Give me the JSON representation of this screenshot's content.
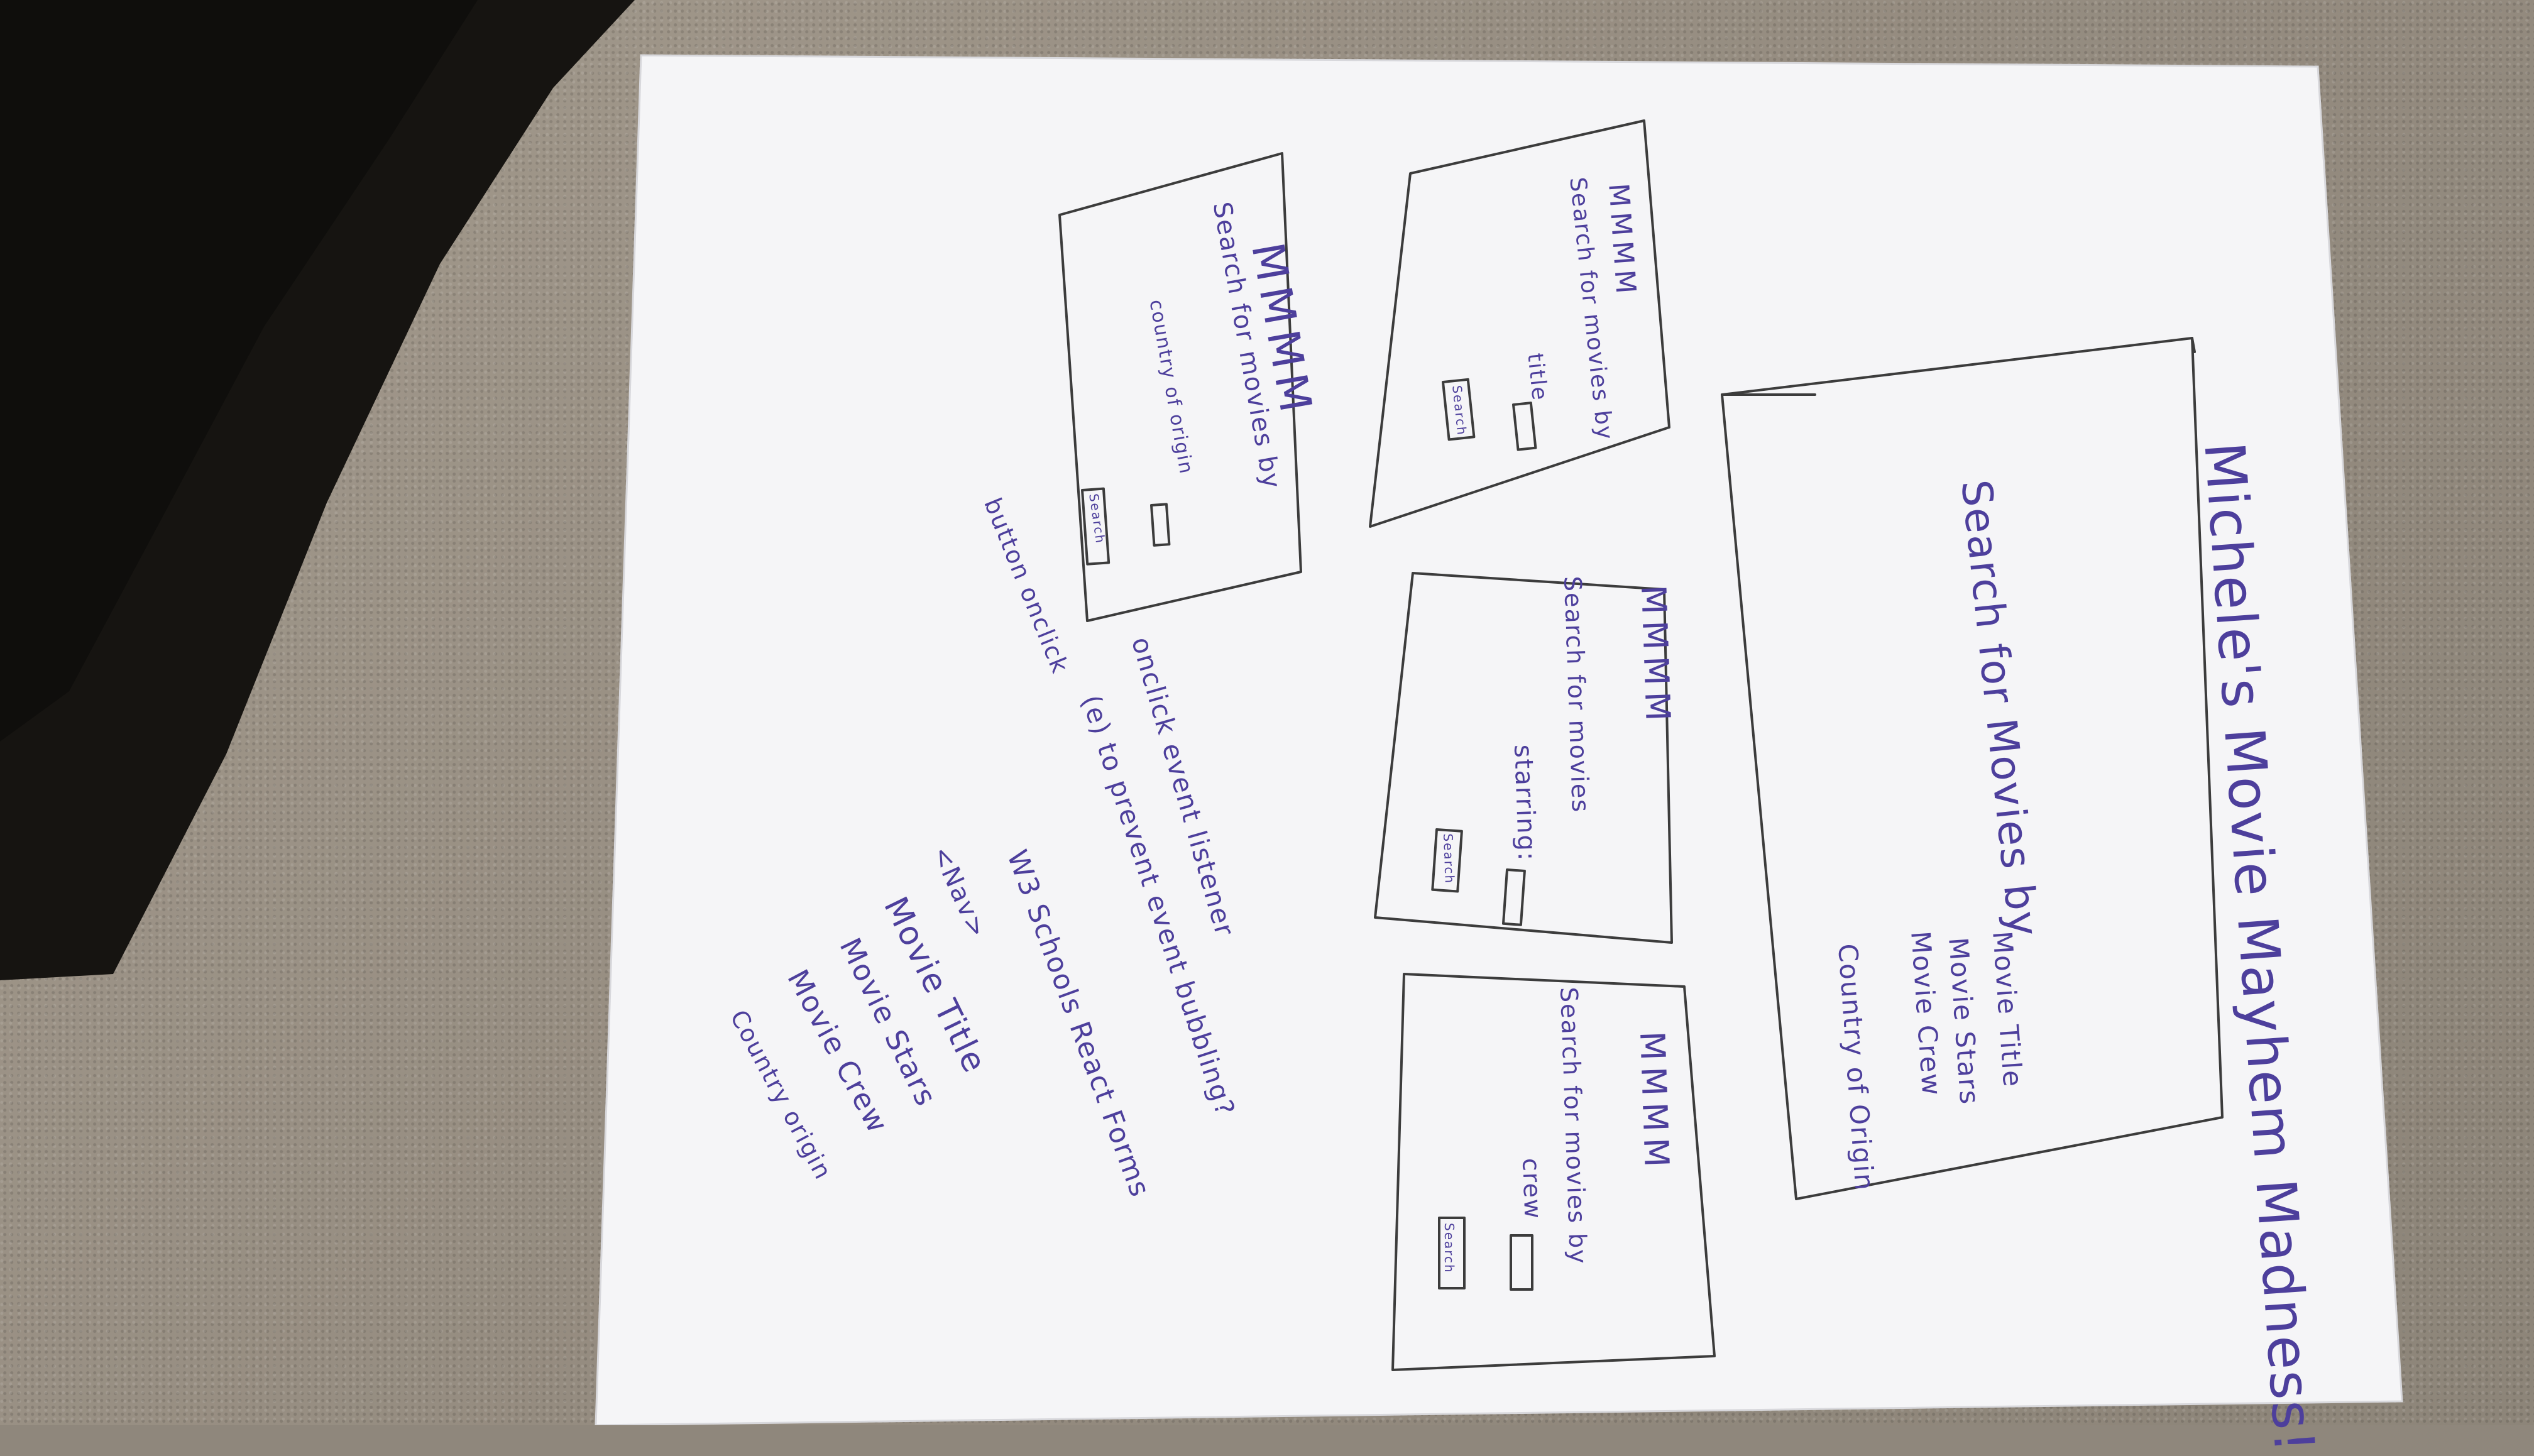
{
  "sketch": {
    "main_card": {
      "title": "Michele's Movie Mayhem Madness!",
      "subtitle": "Search for Movies by",
      "options": [
        "Movie Title",
        "Movie Stars",
        "Movie Crew",
        "Country of Origin"
      ]
    },
    "card_title": {
      "heading": "MMMM",
      "prompt": "Search for movies by",
      "field": "title",
      "button": "Search"
    },
    "card_stars": {
      "heading": "MMMM",
      "prompt": "Search for movies",
      "field": "starring:",
      "button": "Search"
    },
    "card_crew": {
      "heading": "MMMM",
      "prompt": "Search for movies by",
      "field": "crew",
      "button": "Search"
    },
    "card_country": {
      "heading": "MMMM",
      "prompt": "Search for movies by",
      "field": "country of origin",
      "button": "Search"
    },
    "notes": {
      "button_onclick": "button onclick",
      "onclick_listener": "onclick event listener",
      "prevent_bubbling": "(e) to prevent event bubbling?",
      "w3schools": "W3 Schools React Forms",
      "nav": "<Nav>",
      "nav_items": [
        "Movie Title",
        "Movie Stars",
        "Movie Crew",
        "Country origin"
      ]
    },
    "colors": {
      "ink_blue": "#4d3f9c",
      "pencil": "#3a3a3a",
      "paper": "#f6f6f8",
      "desk": "#958c80"
    }
  }
}
